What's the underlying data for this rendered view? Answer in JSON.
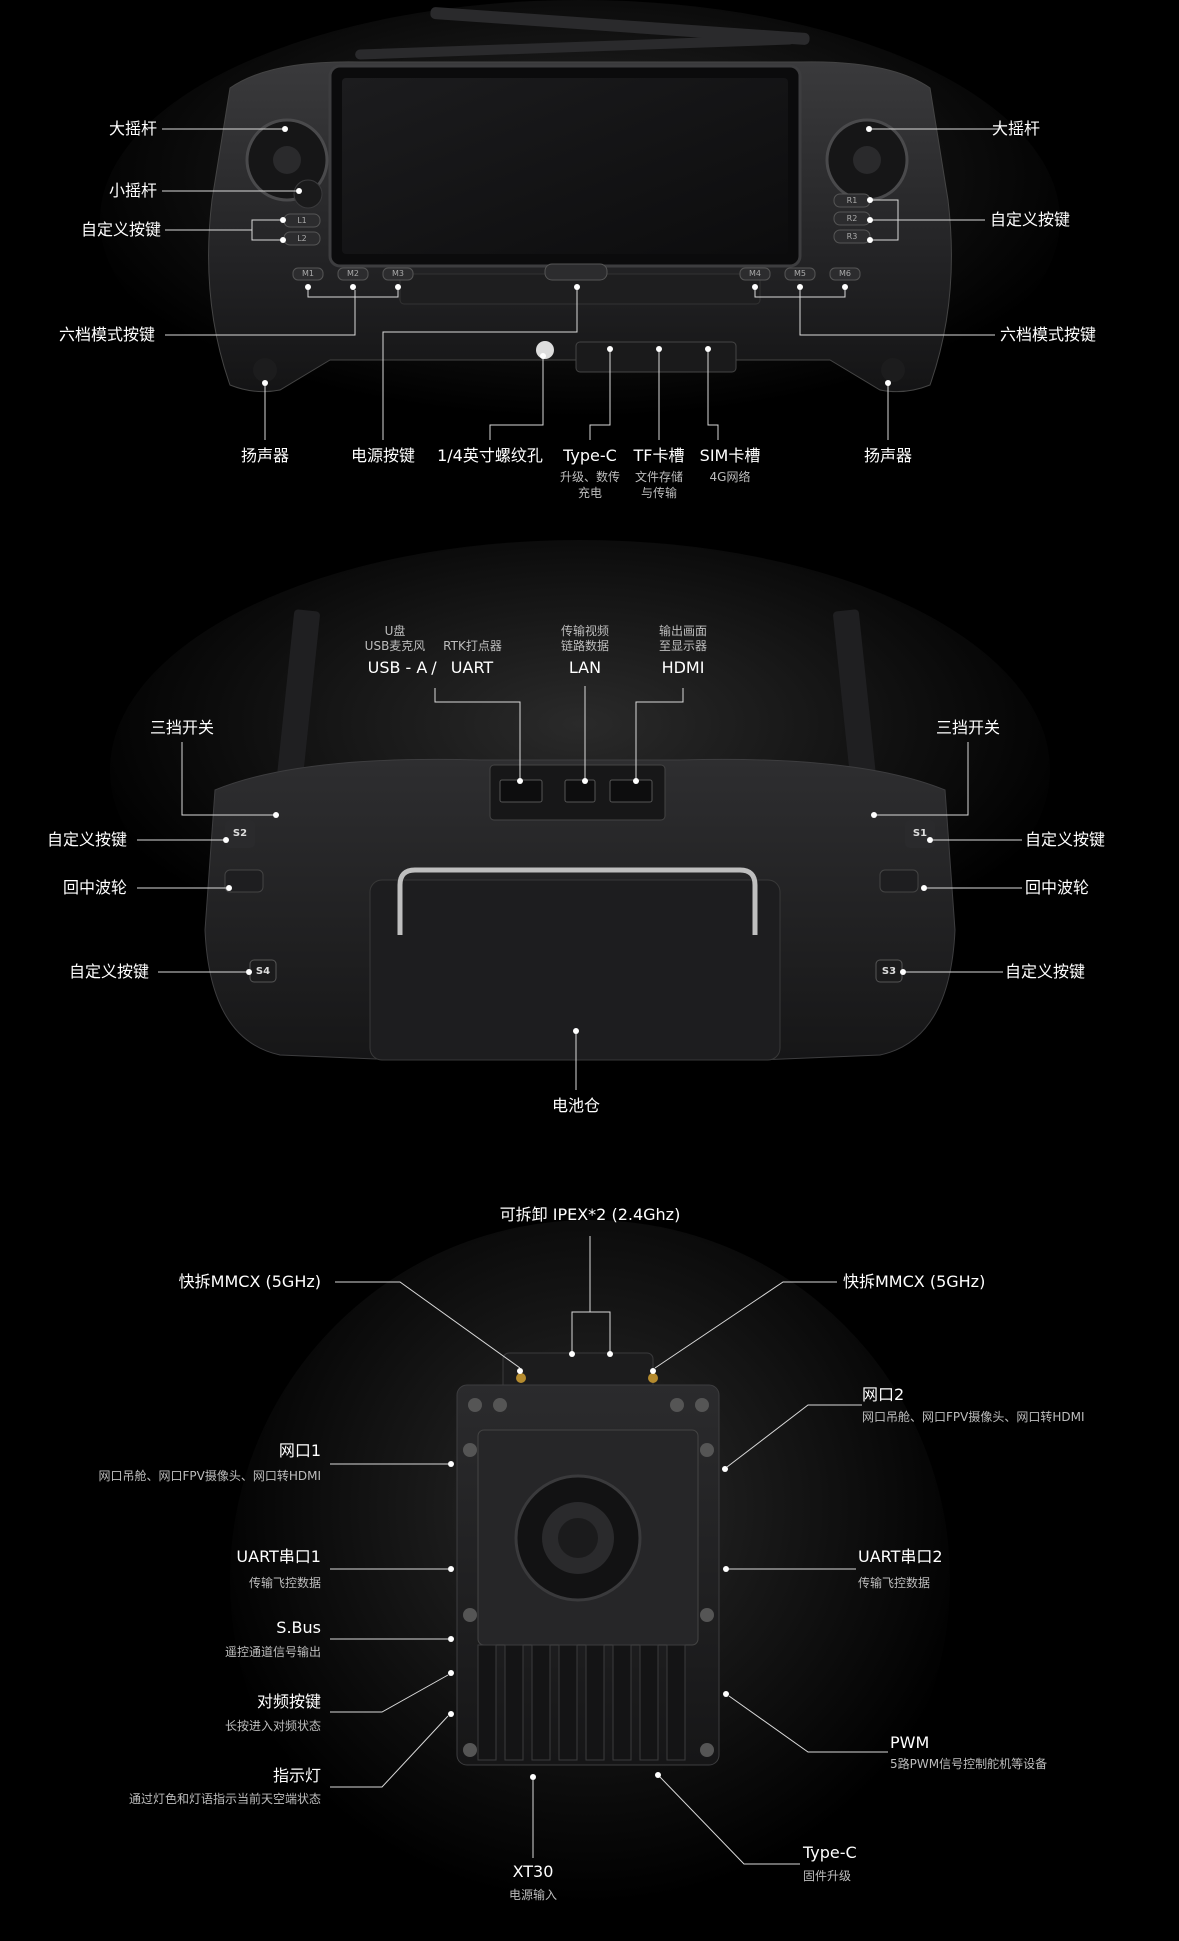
{
  "top": {
    "big_stick_left": "大摇杆",
    "big_stick_right": "大摇杆",
    "small_stick": "小摇杆",
    "custom_key_left": "自定义按键",
    "custom_key_right": "自定义按键",
    "six_mode_left": "六档模式按键",
    "six_mode_right": "六档模式按键",
    "speaker_left": "扬声器",
    "speaker_right": "扬声器",
    "power_key": "电源按键",
    "screw_hole": "1/4英寸螺纹孔",
    "typec": "Type-C",
    "typec_sub1": "升级、数传",
    "typec_sub2": "充电",
    "tf": "TF卡槽",
    "tf_sub1": "文件存储",
    "tf_sub2": "与传输",
    "sim": "SIM卡槽",
    "sim_sub": "4G网络",
    "btn_l1": "L1",
    "btn_l2": "L2",
    "btn_r1": "R1",
    "btn_r2": "R2",
    "btn_r3": "R3",
    "btn_m1": "M1",
    "btn_m2": "M2",
    "btn_m3": "M3",
    "btn_m4": "M4",
    "btn_m5": "M5",
    "btn_m6": "M6"
  },
  "mid": {
    "usb_sub1": "U盘",
    "usb_sub2": "USB麦克风",
    "usb": "USB - A",
    "slash": "/",
    "uart_sub": "RTK打点器",
    "uart": "UART",
    "lan_sub1": "传输视频",
    "lan_sub2": "链路数据",
    "lan": "LAN",
    "hdmi_sub1": "输出画面",
    "hdmi_sub2": "至显示器",
    "hdmi": "HDMI",
    "three_switch_left": "三挡开关",
    "three_switch_right": "三挡开关",
    "custom_left_1": "自定义按键",
    "custom_right_1": "自定义按键",
    "wheel_left": "回中波轮",
    "wheel_right": "回中波轮",
    "custom_left_2": "自定义按键",
    "custom_right_2": "自定义按键",
    "battery": "电池仓",
    "s1": "S1",
    "s2": "S2",
    "s3": "S3",
    "s4": "S4"
  },
  "bottom": {
    "ipex": "可拆卸 IPEX*2 (2.4Ghz)",
    "mmcx_left": "快拆MMCX (5GHz)",
    "mmcx_right": "快拆MMCX (5GHz)",
    "lan1": "网口1",
    "lan1_sub": "网口吊舱、网口FPV摄像头、网口转HDMI",
    "lan2": "网口2",
    "lan2_sub": "网口吊舱、网口FPV摄像头、网口转HDMI",
    "uart1": "UART串口1",
    "uart1_sub": "传输飞控数据",
    "uart2": "UART串口2",
    "uart2_sub": "传输飞控数据",
    "sbus": "S.Bus",
    "sbus_sub": "遥控通道信号输出",
    "pair": "对频按键",
    "pair_sub": "长按进入对频状态",
    "led": "指示灯",
    "led_sub": "通过灯色和灯语指示当前天空端状态",
    "pwm": "PWM",
    "pwm_sub": "5路PWM信号控制舵机等设备",
    "xt30": "XT30",
    "xt30_sub": "电源输入",
    "typec": "Type-C",
    "typec_sub": "固件升级"
  }
}
